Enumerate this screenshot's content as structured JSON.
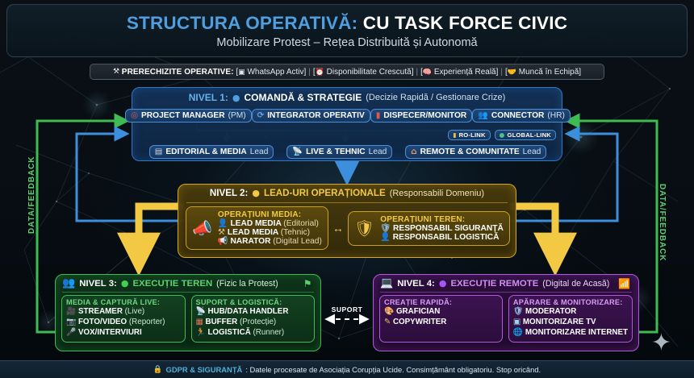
{
  "header": {
    "title_accent": "STRUCTURA OPERATIVĂ:",
    "title_main": "CU TASK FORCE CIVIC",
    "subtitle": "Mobilizare Protest – Rețea Distribuită și Autonomă",
    "accent_color": "#4f9fe0"
  },
  "prereq": {
    "icon": "tools-icon",
    "label": "PRERECHIZITE OPERATIVE:",
    "items": [
      {
        "icon": "phone-icon",
        "text": "WhatsApp Activ"
      },
      {
        "icon": "alarm-clock-icon",
        "text": "Disponibilitate Crescută"
      },
      {
        "icon": "brain-icon",
        "text": "Experiență Reală"
      },
      {
        "icon": "handshake-icon",
        "text": "Muncă în Echipă"
      }
    ]
  },
  "level1": {
    "tag": "NIVEL 1:",
    "bullet_icon": "blue-circle-icon",
    "title": "COMANDĂ & STRATEGIE",
    "subtitle": "(Decizie Rapidă / Gestionare Crize)",
    "color": "#2f77c8",
    "roles": [
      {
        "icon": "target-icon",
        "bold": "PROJECT MANAGER",
        "light": "(PM)"
      },
      {
        "icon": "refresh-icon",
        "bold": "INTEGRATOR OPERATIV",
        "light": ""
      },
      {
        "icon": "siren-icon",
        "bold": "DISPECER/MONITOR",
        "light": ""
      },
      {
        "icon": "people-icon",
        "bold": "CONNECTOR",
        "light": "(HR)"
      }
    ],
    "links": [
      {
        "icon": "ro-flag-icon",
        "text": "RO-LINK"
      },
      {
        "icon": "globe-icon",
        "text": "GLOBAL-LINK"
      }
    ],
    "leads": [
      {
        "icon": "newspaper-icon",
        "bold": "EDITORIAL & MEDIA",
        "light": "Lead"
      },
      {
        "icon": "satellite-icon",
        "bold": "LIVE & TEHNIC",
        "light": "Lead"
      },
      {
        "icon": "house-icon",
        "bold": "REMOTE & COMUNITATE",
        "light": "Lead"
      }
    ]
  },
  "level2": {
    "tag": "NIVEL 2:",
    "bullet_icon": "yellow-circle-icon",
    "title": "LEAD-URI OPERAȚIONALE",
    "subtitle": "(Responsabili Domeniu)",
    "color": "#d8a91d",
    "groups": [
      {
        "icon": "megaphone-icon",
        "title": "OPERAȚIUNI MEDIA:",
        "items": [
          {
            "icon": "person-blue-icon",
            "bold": "LEAD MEDIA",
            "light": "(Editorial)"
          },
          {
            "icon": "tools-icon",
            "bold": "LEAD MEDIA",
            "light": "(Tehnic)"
          },
          {
            "icon": "megaphone-small-icon",
            "bold": "NARATOR",
            "light": "(Digital Lead)"
          }
        ]
      },
      {
        "icon": "shield-check-icon",
        "title": "OPERAȚIUNI TEREN:",
        "items": [
          {
            "icon": "shield-icon",
            "bold": "RESPONSABIL SIGURANȚĂ",
            "light": ""
          },
          {
            "icon": "person-red-icon",
            "bold": "RESPONSABIL LOGISTICĂ",
            "light": ""
          }
        ]
      }
    ],
    "link_arrow": "↔"
  },
  "level3": {
    "tag": "NIVEL 3:",
    "lead_icon": "crowd-icon",
    "bullet_icon": "green-circle-icon",
    "title": "EXECUȚIE TEREN",
    "subtitle": "(Fizic la Protest)",
    "trail_icon": "map-pin-icon",
    "color": "#3fbb54",
    "groups": [
      {
        "title": "MEDIA & CAPTURĂ LIVE:",
        "items": [
          {
            "icon": "video-camera-icon",
            "bold": "STREAMER",
            "light": "(Live)"
          },
          {
            "icon": "camera-icon",
            "bold": "FOTO/VIDEO",
            "light": "(Reporter)"
          },
          {
            "icon": "microphone-icon",
            "bold": "VOX/INTERVIURI",
            "light": ""
          }
        ]
      },
      {
        "title": "SUPORT & LOGISTICĂ:",
        "items": [
          {
            "icon": "satellite-icon",
            "bold": "HUB/DATA HANDLER",
            "light": ""
          },
          {
            "icon": "brick-wall-icon",
            "bold": "BUFFER",
            "light": "(Protecție)"
          },
          {
            "icon": "runner-icon",
            "bold": "LOGISTICĂ",
            "light": "(Runner)"
          }
        ]
      }
    ]
  },
  "level4": {
    "tag": "NIVEL 4:",
    "lead_icon": "laptop-icon",
    "bullet_icon": "purple-circle-icon",
    "title": "EXECUȚIE REMOTE",
    "subtitle": "(Digital de Acasă)",
    "trail_icon": "wifi-icon",
    "color": "#b158e0",
    "groups": [
      {
        "title": "CREAȚIE RAPIDĂ:",
        "items": [
          {
            "icon": "palette-icon",
            "bold": "GRAFICIAN",
            "light": ""
          },
          {
            "icon": "pencil-icon",
            "bold": "COPYWRITER",
            "light": ""
          }
        ]
      },
      {
        "title": "APĂRARE & MONITORIZARE:",
        "items": [
          {
            "icon": "shield-icon",
            "bold": "MODERATOR",
            "light": ""
          },
          {
            "icon": "tv-icon",
            "bold": "MONITORIZARE TV",
            "light": ""
          },
          {
            "icon": "globe-icon",
            "bold": "MONITORIZARE INTERNET",
            "light": ""
          }
        ]
      }
    ]
  },
  "connectors": {
    "suport_label": "SUPORT",
    "side_left_label": "DATA/FEEDBACK",
    "side_right_label": "DATA/FEEDBACK",
    "feedback_color": "#3fbb54",
    "command_color": "#3b8fdd",
    "flow_color": "#f3c944"
  },
  "footer": {
    "icon": "lock-icon",
    "key": "GDPR & SIGURANȚĂ",
    "text": ": Datele procesate de Asociația Corupția Ucide. Consimțământ obligatoriu. Stop oricând."
  },
  "decor": {
    "sparkle": "✦"
  }
}
